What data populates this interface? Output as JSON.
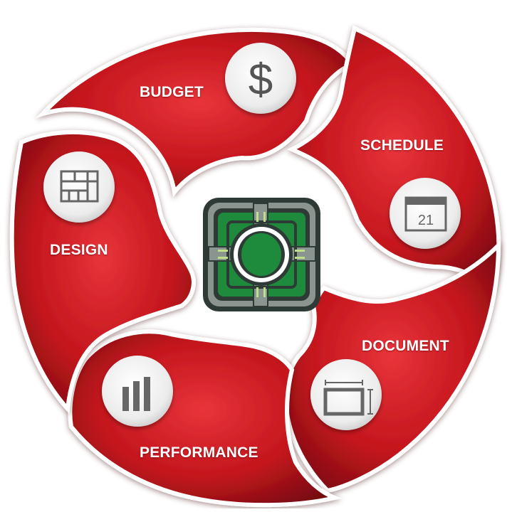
{
  "segments": [
    {
      "id": "budget",
      "label": "BUDGET",
      "icon": "dollar-icon",
      "icon_text": "$"
    },
    {
      "id": "schedule",
      "label": "SCHEDULE",
      "icon": "calendar-icon",
      "icon_text": "21"
    },
    {
      "id": "document",
      "label": "DOCUMENT",
      "icon": "dimension-frame-icon"
    },
    {
      "id": "performance",
      "label": "PERFORMANCE",
      "icon": "bar-chart-icon"
    },
    {
      "id": "design",
      "label": "DESIGN",
      "icon": "floor-plan-icon"
    }
  ],
  "center": {
    "icon": "stained-glass-logo-icon"
  },
  "colors": {
    "segment_light": "#e8343a",
    "segment_mid": "#c4161d",
    "segment_dark": "#6e0a0f",
    "badge": "#f2f2f2",
    "icon_gray": "#666666",
    "logo_green": "#1e8a3c",
    "logo_dark": "#2d3a35",
    "logo_gray": "#8a958f"
  }
}
